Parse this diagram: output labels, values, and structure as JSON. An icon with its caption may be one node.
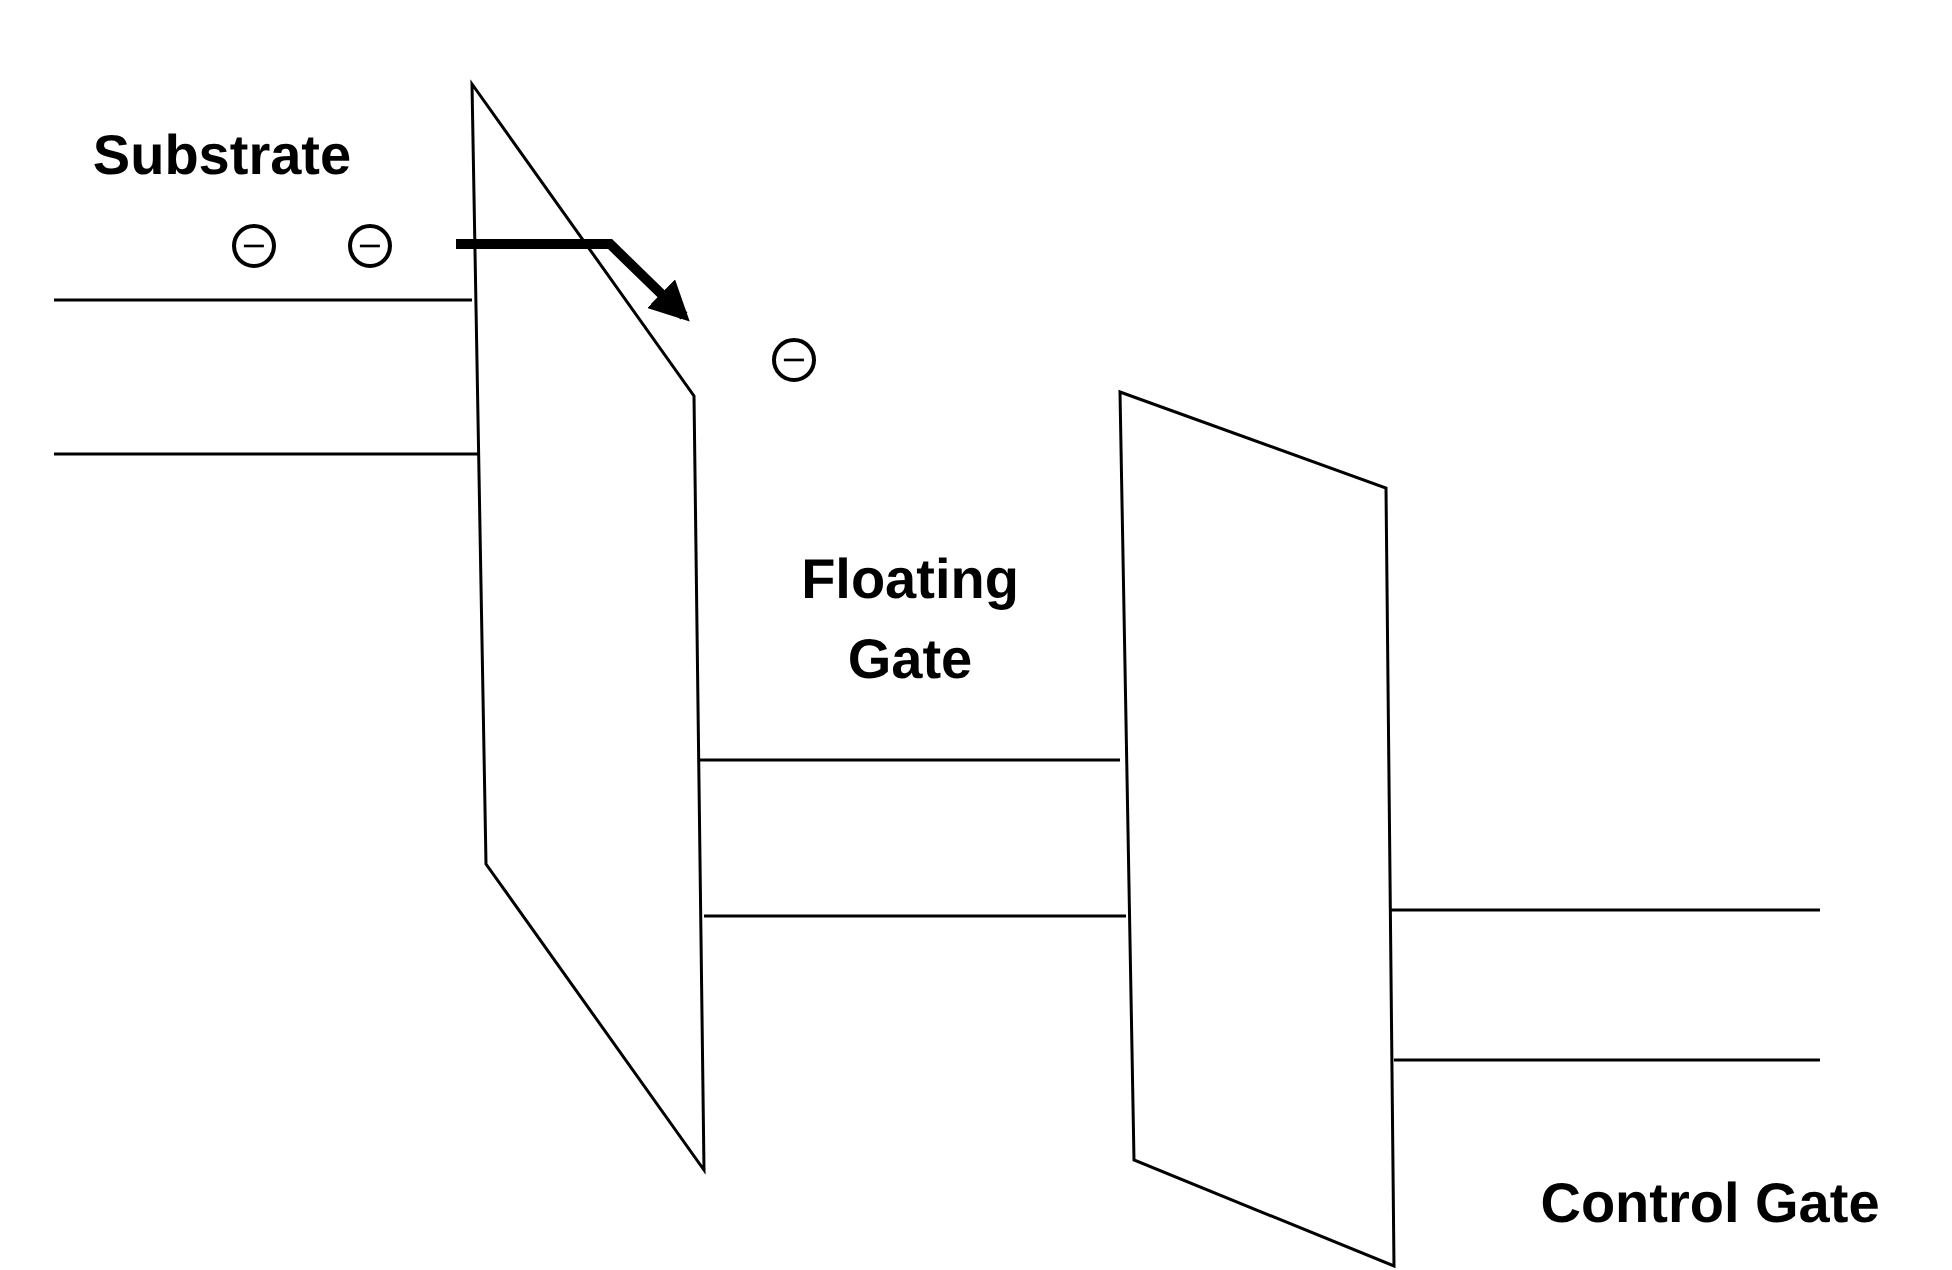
{
  "diagram": {
    "nodes": [
      {
        "text": [
          "−"
        ]
      },
      {
        "text": [
          "−"
        ]
      },
      {
        "text": [
          "−"
        ]
      }
    ],
    "labels": [
      "Substrate",
      "Floating Gate",
      "Control Gate"
    ]
  }
}
